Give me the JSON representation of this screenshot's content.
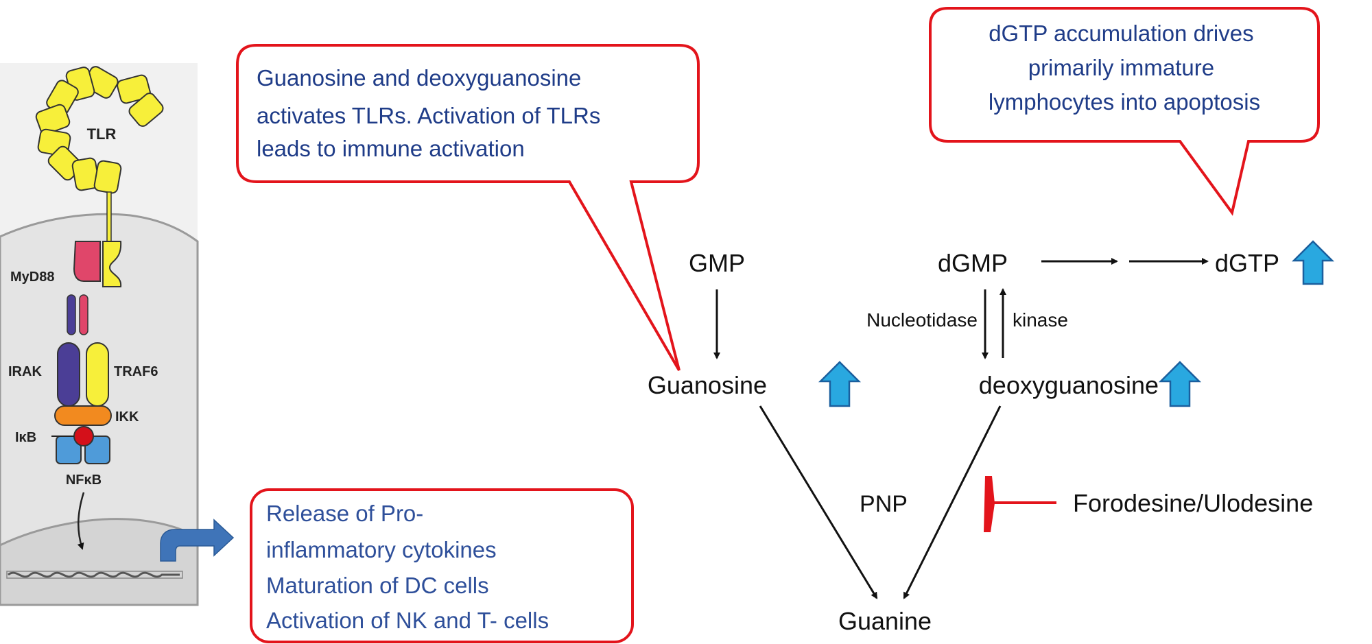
{
  "colors": {
    "callout_border": "#e3141b",
    "callout_text": "#1f3c88",
    "box_text_blue": "#2e4f9a",
    "black": "#111111",
    "up_arrow_fill": "#29a8e0",
    "up_arrow_stroke": "#1a5f9e",
    "inhibitor_red": "#e3141b",
    "tlr_yellow": "#f7ef3a",
    "myd88_red": "#e0466a",
    "irak_purple": "#4b3e96",
    "ikk_orange": "#f28a1f",
    "ikb_red": "#d4101a",
    "nfkb_blue": "#4f9bd9",
    "cell_bg": "#e6e6e6",
    "nucleus_bg": "#d7d7d7",
    "bent_arrow": "#3f74b8"
  },
  "signaling_panel": {
    "labels": {
      "tlr": "TLR",
      "myd88": "MyD88",
      "irak": "IRAK",
      "traf6": "TRAF6",
      "ikk": "IKK",
      "ikb": "IκB",
      "nfkb": "NFκB"
    }
  },
  "callouts": {
    "tlr_activation": [
      "Guanosine and deoxyguanosine",
      "activates TLRs.  Activation of TLRs",
      "leads to immune activation"
    ],
    "dgtp_apoptosis": [
      "dGTP accumulation drives",
      "primarily immature",
      "lymphocytes into apoptosis"
    ],
    "immune_effects": [
      "Release of Pro-",
      "inflammatory cytokines",
      "Maturation of DC cells",
      "Activation of NK and T- cells"
    ]
  },
  "pathway": {
    "gmp": "GMP",
    "dgmp": "dGMP",
    "dgtp": "dGTP",
    "guanosine": "Guanosine",
    "deoxyguanosine": "deoxyguanosine",
    "nucleotidase": "Nucleotidase",
    "kinase": "kinase",
    "pnp": "PNP",
    "inhibitor": "Forodesine/Ulodesine",
    "guanine": "Guanine"
  }
}
